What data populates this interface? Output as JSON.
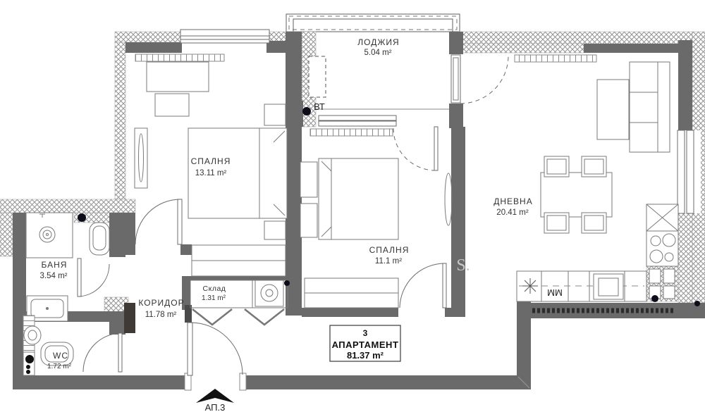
{
  "plan": {
    "title_box": {
      "number": "3",
      "label": "АПАРТАМЕНТ",
      "area": "81.37 m²"
    },
    "entrance": {
      "label": "АП.3"
    },
    "rooms": {
      "loggia": {
        "name": "ЛОДЖИЯ",
        "area": "5.04 m²"
      },
      "bedroom1": {
        "name": "СПАЛНЯ",
        "area": "13.11 m²"
      },
      "bedroom2": {
        "name": "СПАЛНЯ",
        "area": "11.1 m²"
      },
      "living": {
        "name": "ДНЕВНА",
        "area": "20.41 m²"
      },
      "bath": {
        "name": "БАНЯ",
        "area": "3.54 m²"
      },
      "corridor": {
        "name": "КОРИДОР",
        "area": "11.78 m²"
      },
      "storage": {
        "name": "Склад",
        "area": "1.31 m²"
      },
      "wc": {
        "name": "WC",
        "area": "1.72 m²"
      }
    },
    "annotations": {
      "vt": "ВТ",
      "dishwasher": "ММ",
      "watermark": "S."
    },
    "colors": {
      "wall": "#6a6a6a",
      "wall_dark": "#3f3a36",
      "hatch_line": "#949494",
      "outline": "#6b6b6b",
      "text": "#333333",
      "background": "#ffffff"
    }
  }
}
